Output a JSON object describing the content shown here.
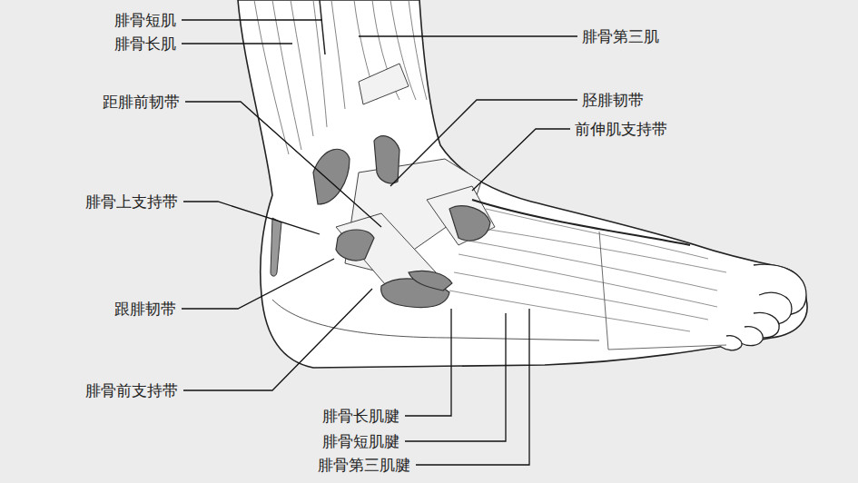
{
  "diagram": {
    "labels": [
      "腓骨短肌",
      "腓骨长肌",
      "腓骨第三肌",
      "距腓前韧带",
      "胫腓韧带",
      "前伸肌支持带",
      "腓骨上支持带",
      "跟腓韧带",
      "腓骨前支持带",
      "腓骨长肌腱",
      "腓骨短肌腱",
      "腓骨第三肌腱"
    ]
  }
}
